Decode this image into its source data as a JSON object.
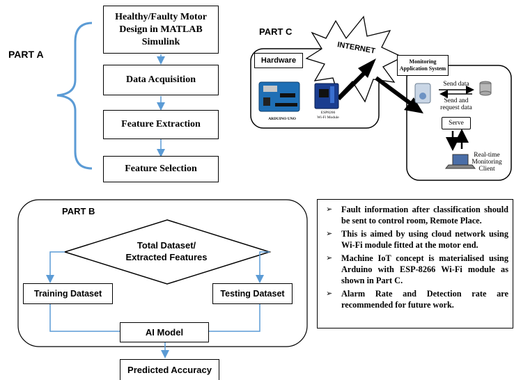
{
  "part_a": {
    "label": "PART A",
    "steps": [
      "Healthy/Faulty Motor Design in MATLAB Simulink",
      "Data Acquisition",
      "Feature Extraction",
      "Feature Selection"
    ]
  },
  "part_b": {
    "label": "PART B",
    "decision": "Total Dataset/ Extracted Features",
    "training": "Training Dataset",
    "testing": "Testing Dataset",
    "model": "AI Model",
    "output": "Predicted Accuracy"
  },
  "part_c": {
    "label": "PART C",
    "internet": "INTERNET",
    "hardware": "Hardware",
    "arduino_caption": "ARDUINO UNO",
    "esp_caption_1": "ESP8266",
    "esp_caption_2": "Wi-Fi Module",
    "monitoring_title_1": "Monitoring",
    "monitoring_title_2": "Application System",
    "send_data": "Send data",
    "send_request_1": "Send and",
    "send_request_2": "request data",
    "serve": "Serve",
    "client_1": "Real-time",
    "client_2": "Monitoring",
    "client_3": "Client"
  },
  "notes": [
    "Fault information after classification should be sent to control room, Remote Place.",
    "This is aimed by using cloud network using Wi-Fi module fitted at the motor end.",
    "Machine IoT concept is materialised using Arduino with ESP-8266 Wi-Fi module as shown in Part C.",
    "Alarm Rate and Detection rate are recommended for future work."
  ],
  "colors": {
    "arrow_blue": "#5b9bd5",
    "brace_blue": "#5b9bd5",
    "arduino_board": "#1f6fb5",
    "esp_board": "#1a3d8f"
  }
}
